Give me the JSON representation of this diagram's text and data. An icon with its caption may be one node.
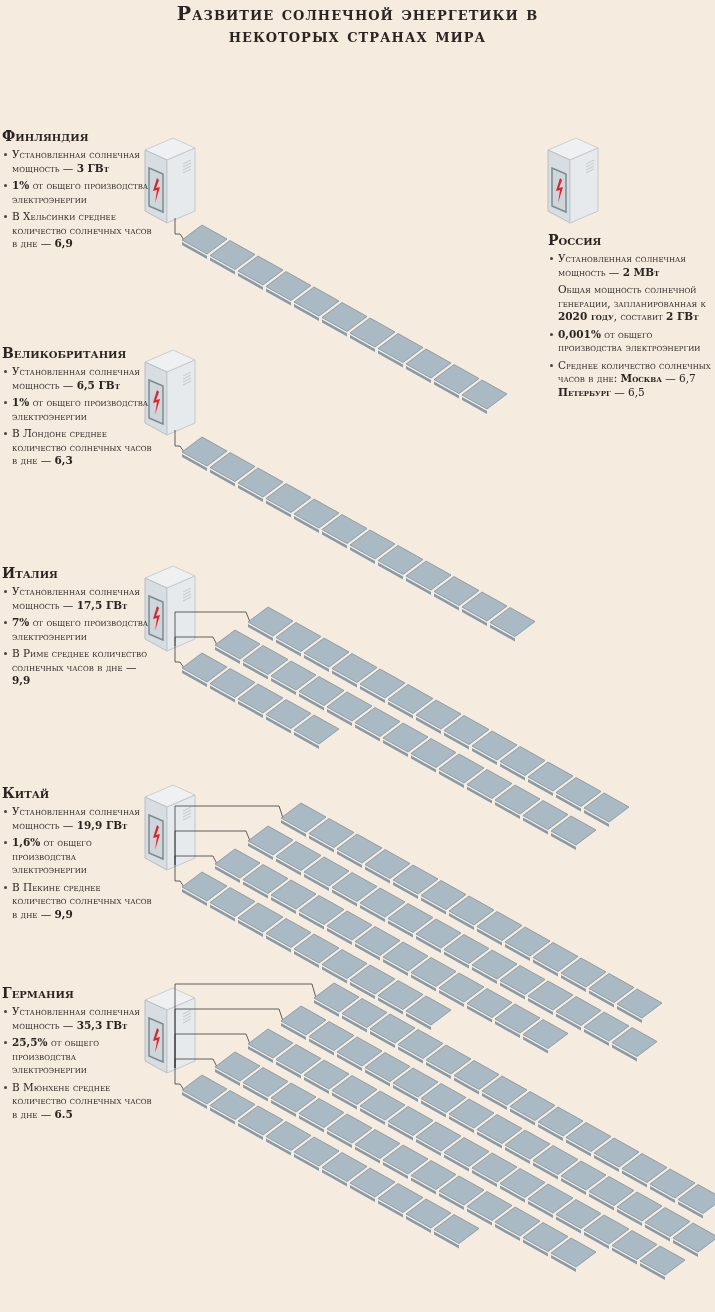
{
  "diagram": {
    "title": "Развитие солнечной энергетики в некоторых странах мира",
    "labels": [
      "Финляндия",
      "Установленная солнечная мощность — **3 ГВт**",
      "**1%** от общего производства электроэнергии",
      "В Хельсинки среднее количество солнечных часов в дне — **6,9**",
      "Россия",
      "Установленная солнечная мощность — **2 МВт**",
      "Общая мощность солнечной генерации, запланированная к **2020 году**, составит **2 ГВт**",
      "**0,001%** от общего производства электроэнергии",
      "Среднее количество солнечных часов в дне: **Москва** — 6,7 **Петербург** — 6,5",
      "Великобритания",
      "Установленная солнечная мощность — **6,5 ГВт**",
      "**1%** от общего производства электроэнергии",
      "В Лондоне среднее количество солнечных часов в дне — **6,3**",
      "Италия",
      "Установленная солнечная мощность — **17,5 ГВт**",
      "**7%** от общего производства электроэнергии",
      "В Риме среднее количество солнечных часов в дне — **9,9**",
      "Китай",
      "Установленная солнечная мощность — **19,9 ГВт**",
      "**1,6%** от общего производства электроэнергии",
      "В Пекине среднее количество солнечных часов в дне — **9,9**",
      "Германия",
      "Установленная солнечная мощность — **35,3 ГВт**",
      "**25,5%** от общего производства электроэнергии",
      "В Мюнхене среднее количество солнечных часов в дне — **6.5**"
    ]
  }
}
